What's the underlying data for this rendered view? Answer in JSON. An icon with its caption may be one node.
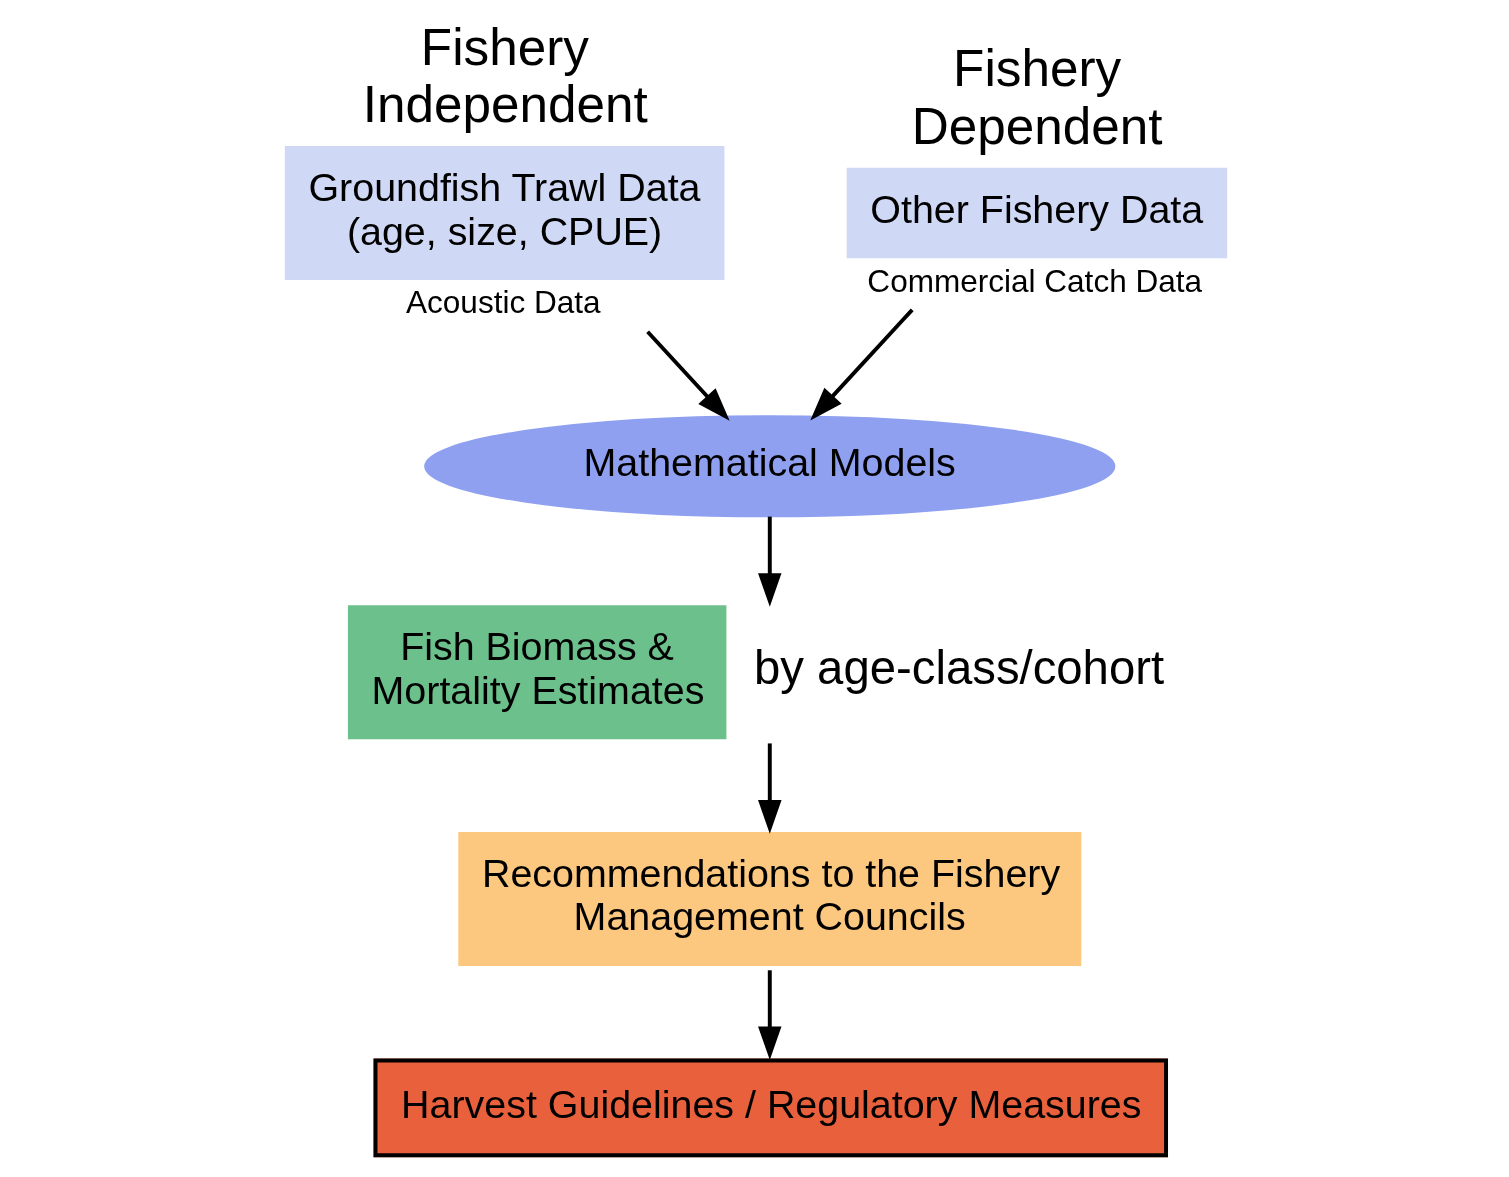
{
  "diagram": {
    "nodes": [
      {
        "text": [
          "Fishery Independent",
          "Groundfish Trawl Data (age, size, CPUE)"
        ],
        "beside": [
          "Acoustic Data"
        ]
      },
      {
        "text": [
          "Fishery Dependent",
          "Other Fishery Data"
        ],
        "beside": [
          "Commercial Catch Data"
        ]
      },
      {
        "text": [
          "Mathematical Models"
        ]
      },
      {
        "text": [
          "Fish Biomass & Mortality Estimates"
        ],
        "beside": [
          "by age-class/cohort"
        ]
      },
      {
        "text": [
          "Recommendations to the Fishery Management Councils"
        ]
      },
      {
        "text": [
          "Harvest Guidelines / Regulatory Measures"
        ]
      }
    ],
    "edges": [
      {
        "from": 0,
        "to": 2,
        "arrow": "to"
      },
      {
        "from": 1,
        "to": 2,
        "arrow": "to"
      },
      {
        "from": 2,
        "to": 3,
        "arrow": "to"
      },
      {
        "from": 3,
        "to": 4,
        "arrow": "to"
      },
      {
        "from": 4,
        "to": 5,
        "arrow": "to"
      }
    ]
  }
}
